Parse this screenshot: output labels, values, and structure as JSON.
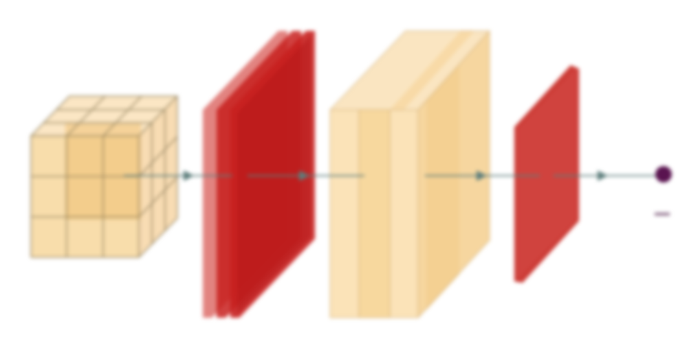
{
  "diagram": {
    "type": "cnn-architecture",
    "colors": {
      "input_voxel_fill": "#f6d28c",
      "input_voxel_line": "#8a7a56",
      "conv_fill": "#c8201f",
      "conv_fill_light": "#d85a56",
      "pool_fill": "#f8dcaa",
      "pool_fill_front": "#fbe6c2",
      "fc_fill": "#cc3b35",
      "arrow": "#5d7e7c",
      "output_node": "#5a1450",
      "output_mark": "#8a6a86"
    },
    "blocks": [
      {
        "kind": "input-grid-cube",
        "label": ""
      },
      {
        "kind": "conv-layer-stack",
        "label": ""
      },
      {
        "kind": "pool-layer-stack",
        "label": ""
      },
      {
        "kind": "fully-connected-layer",
        "label": ""
      },
      {
        "kind": "output-node",
        "label": ""
      }
    ]
  }
}
